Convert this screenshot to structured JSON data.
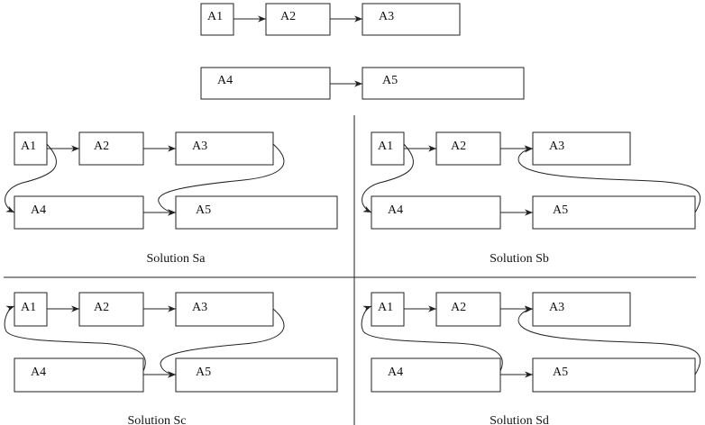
{
  "diagram": {
    "nodes": [
      "A1",
      "A2",
      "A3",
      "A4",
      "A5"
    ],
    "top": {
      "edges": [
        [
          "A1",
          "A2"
        ],
        [
          "A2",
          "A3"
        ],
        [
          "A4",
          "A5"
        ]
      ]
    },
    "panels": [
      {
        "id": "sa",
        "caption": "Solution Sa",
        "edges": [
          [
            "A1",
            "A2"
          ],
          [
            "A2",
            "A3"
          ],
          [
            "A1",
            "A4"
          ],
          [
            "A4",
            "A5"
          ],
          [
            "A3",
            "A5"
          ]
        ]
      },
      {
        "id": "sb",
        "caption": "Solution Sb",
        "edges": [
          [
            "A1",
            "A2"
          ],
          [
            "A2",
            "A3"
          ],
          [
            "A1",
            "A4"
          ],
          [
            "A4",
            "A5"
          ],
          [
            "A5",
            "A3"
          ]
        ]
      },
      {
        "id": "sc",
        "caption": "Solution Sc",
        "edges": [
          [
            "A1",
            "A2"
          ],
          [
            "A2",
            "A3"
          ],
          [
            "A4",
            "A1"
          ],
          [
            "A4",
            "A5"
          ],
          [
            "A3",
            "A5"
          ]
        ]
      },
      {
        "id": "sd",
        "caption": "Solution Sd",
        "edges": [
          [
            "A1",
            "A2"
          ],
          [
            "A2",
            "A3"
          ],
          [
            "A4",
            "A1"
          ],
          [
            "A4",
            "A5"
          ],
          [
            "A5",
            "A3"
          ]
        ]
      }
    ]
  }
}
